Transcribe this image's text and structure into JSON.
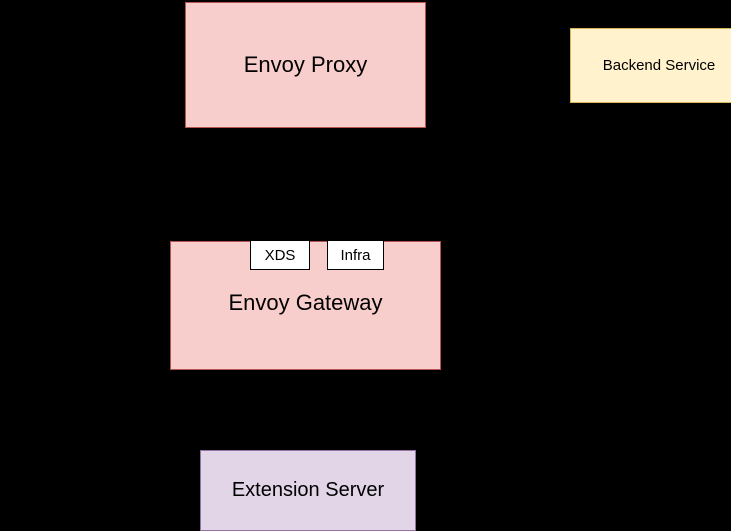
{
  "diagram": {
    "type": "architecture-diagram",
    "background_color": "#000000",
    "nodes": [
      {
        "id": "envoy-proxy",
        "label": "Envoy Proxy",
        "fill": "#f8cecc",
        "stroke": "#b85450"
      },
      {
        "id": "backend-service",
        "label": "Backend Service",
        "fill": "#fff2cc",
        "stroke": "#d6b656"
      },
      {
        "id": "envoy-gateway",
        "label": "Envoy Gateway",
        "fill": "#f8cecc",
        "stroke": "#b85450",
        "sub_nodes": [
          {
            "id": "xds",
            "label": "XDS",
            "fill": "#ffffff",
            "stroke": "#000000"
          },
          {
            "id": "infra",
            "label": "Infra",
            "fill": "#ffffff",
            "stroke": "#000000"
          }
        ]
      },
      {
        "id": "extension-server",
        "label": "Extension Server",
        "fill": "#e1d5e7",
        "stroke": "#9673a6"
      }
    ]
  }
}
